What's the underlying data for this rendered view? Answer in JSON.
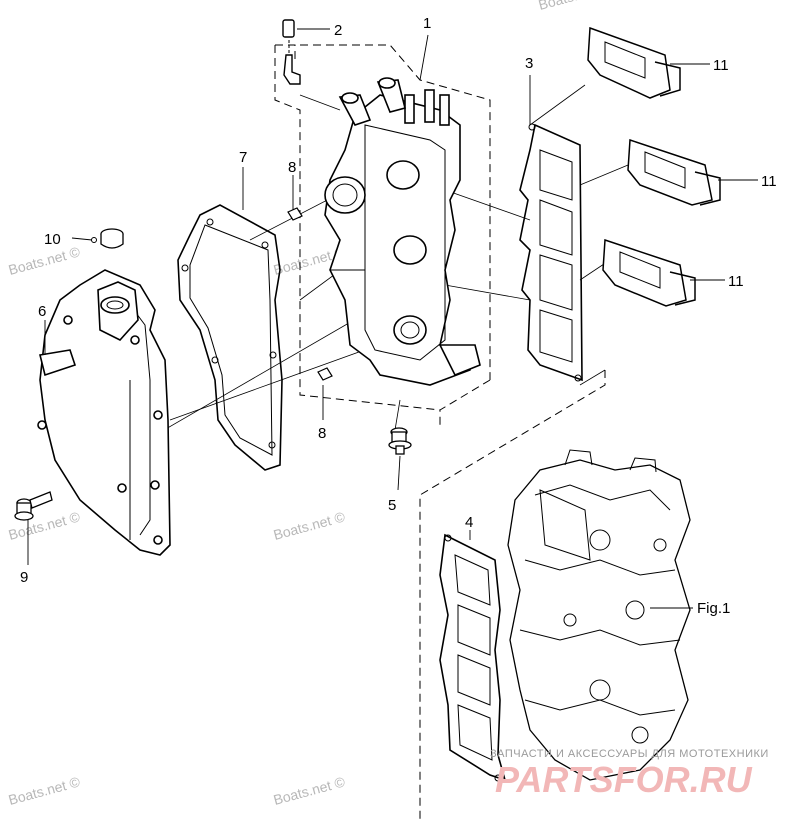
{
  "callouts": {
    "c1": "1",
    "c2": "2",
    "c3": "3",
    "c4": "4",
    "c5": "5",
    "c6": "6",
    "c7": "7",
    "c8a": "8",
    "c8b": "8",
    "c9": "9",
    "c10": "10",
    "c11a": "11",
    "c11b": "11",
    "c11c": "11",
    "fig": "Fig.1"
  },
  "watermarks": {
    "w1": "Boats.net ©",
    "w2": "Boats.net ©",
    "w3": "Boats.net ©",
    "w4": "Boats.net ©",
    "w5": "Boats.net ©",
    "w6": "Boats.net ©",
    "w7": "Boats.net ©"
  },
  "brand": {
    "tagline": "ЗАПЧАСТИ И АКСЕССУАРЫ ДЛЯ МОТОТЕХНИКИ",
    "logo": "PARTSFOR.RU"
  },
  "colors": {
    "ink": "#000000",
    "watermark": "#b8b8b8",
    "logo": "#f2b7b7"
  }
}
